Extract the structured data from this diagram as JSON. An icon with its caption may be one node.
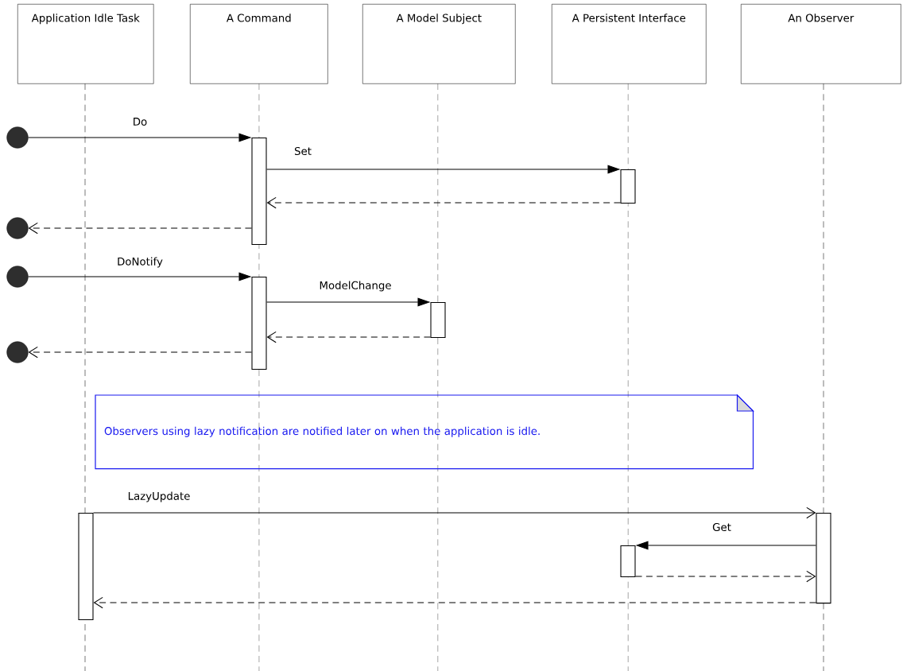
{
  "diagram": {
    "nodes": [
      {
        "text": [
          "Application Idle Task"
        ]
      },
      {
        "text": [
          "A Command"
        ]
      },
      {
        "text": [
          "A Model Subject"
        ]
      },
      {
        "text": [
          "A Persistent Interface"
        ]
      },
      {
        "text": [
          "An Observer"
        ]
      },
      {
        "text": [],
        "shape": "circle"
      },
      {
        "text": [],
        "shape": "bar"
      },
      {
        "text": [],
        "shape": "bar"
      },
      {
        "text": [],
        "shape": "circle"
      },
      {
        "text": [],
        "shape": "circle"
      },
      {
        "text": [],
        "shape": "bar"
      },
      {
        "text": [],
        "shape": "bar"
      },
      {
        "text": [],
        "shape": "circle"
      },
      {
        "text": [
          "Observers using lazy notification are notified later on when the application is idle."
        ]
      },
      {
        "text": [],
        "shape": "bar"
      },
      {
        "text": [],
        "shape": "bar"
      },
      {
        "text": [],
        "shape": "bar"
      }
    ],
    "edges": [
      {
        "from": 5,
        "to": 6,
        "arrow": "to",
        "label": "Do"
      },
      {
        "from": 6,
        "to": 7,
        "arrow": "to",
        "label": "Set"
      },
      {
        "from": 7,
        "to": 6,
        "arrow": "to",
        "style": "dashed"
      },
      {
        "from": 6,
        "to": 8,
        "arrow": "to",
        "style": "dashed"
      },
      {
        "from": 9,
        "to": 10,
        "arrow": "to",
        "label": "DoNotify"
      },
      {
        "from": 10,
        "to": 11,
        "arrow": "to",
        "label": "ModelChange"
      },
      {
        "from": 11,
        "to": 10,
        "arrow": "to",
        "style": "dashed"
      },
      {
        "from": 10,
        "to": 12,
        "arrow": "to",
        "style": "dashed"
      },
      {
        "from": 14,
        "to": 15,
        "arrow": "to",
        "label": "LazyUpdate"
      },
      {
        "from": 15,
        "to": 16,
        "arrow": "to",
        "label": "Get"
      },
      {
        "from": 16,
        "to": 15,
        "arrow": "to",
        "style": "dashed"
      },
      {
        "from": 15,
        "to": 14,
        "arrow": "to",
        "style": "dashed"
      }
    ]
  }
}
